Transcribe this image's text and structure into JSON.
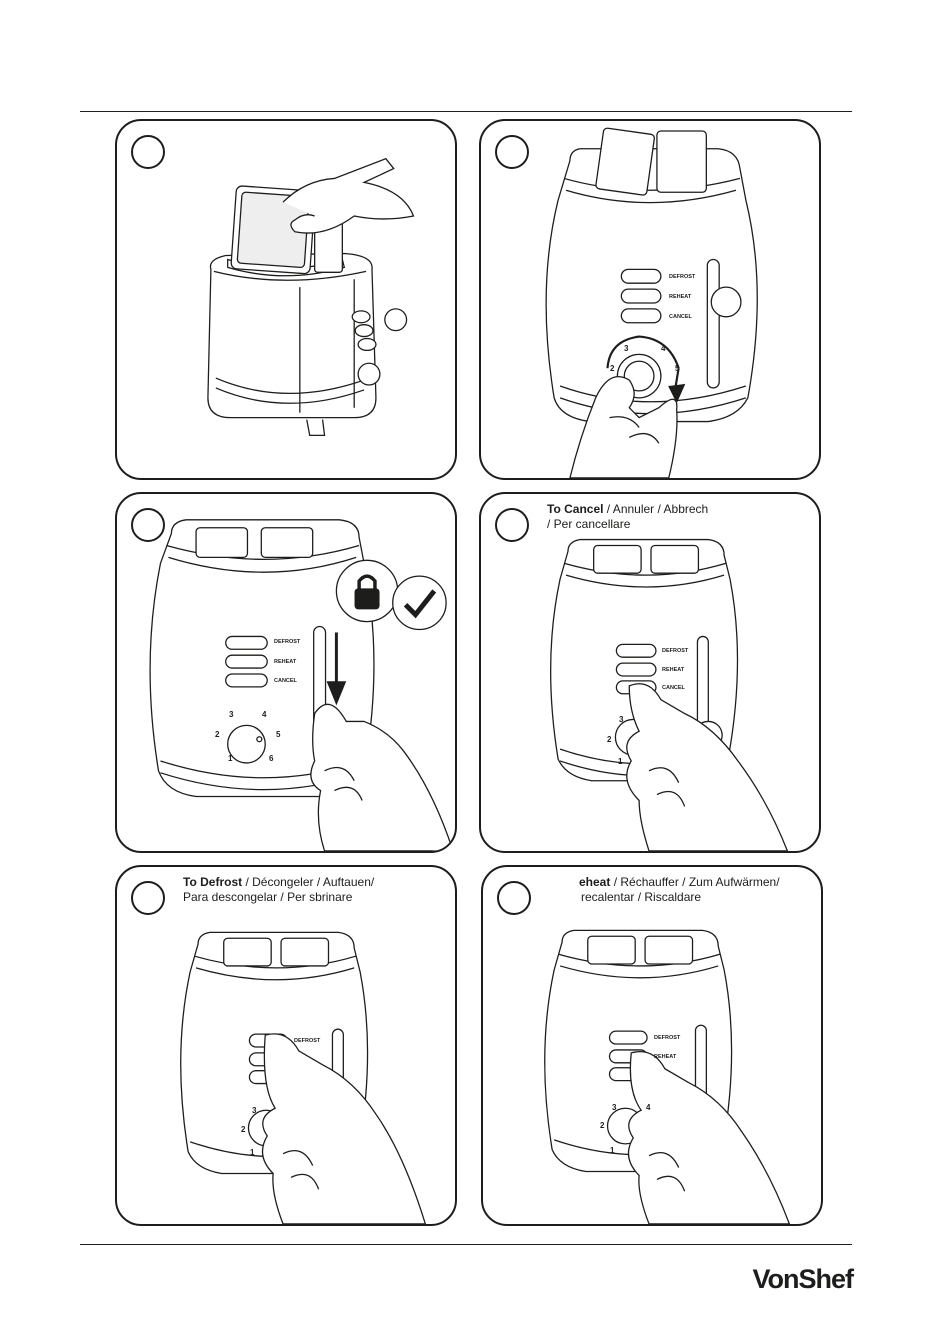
{
  "brand": "VonShef",
  "steps": [
    {
      "caption_bold": "",
      "caption_rest": ""
    },
    {
      "caption_bold": "",
      "caption_rest": "",
      "button_labels": [
        "DEFROST",
        "REHEAT",
        "CANCEL"
      ],
      "dial_numbers": [
        "2",
        "3",
        "4",
        "5"
      ]
    },
    {
      "caption_bold": "",
      "caption_rest": "",
      "button_labels": [
        "DEFROST",
        "REHEAT",
        "CANCEL"
      ],
      "dial_numbers": [
        "1",
        "2",
        "3",
        "4",
        "5",
        "6"
      ]
    },
    {
      "caption_bold": "To Cancel",
      "caption_rest": " / Annuler / Abbrech",
      "caption_line2": "/ Per cancellare",
      "button_labels": [
        "DEFROST",
        "REHEAT",
        "CANCEL"
      ],
      "dial_numbers": [
        "1",
        "2",
        "3"
      ]
    },
    {
      "caption_bold": "To Defrost",
      "caption_rest": " / Décongeler / Auftauen/",
      "caption_line2": "Para descongelar / Per sbrinare",
      "button_labels": [
        "DEFROST"
      ],
      "dial_numbers": [
        "1",
        "2",
        "3"
      ]
    },
    {
      "caption_bold": "eheat",
      "caption_rest": " / Réchauffer / Zum Aufwärmen/",
      "caption_line2": "recalentar / Riscaldare",
      "button_labels": [
        "DEFROST",
        "REHEAT"
      ],
      "dial_numbers": [
        "1",
        "2",
        "3",
        "4"
      ]
    }
  ]
}
